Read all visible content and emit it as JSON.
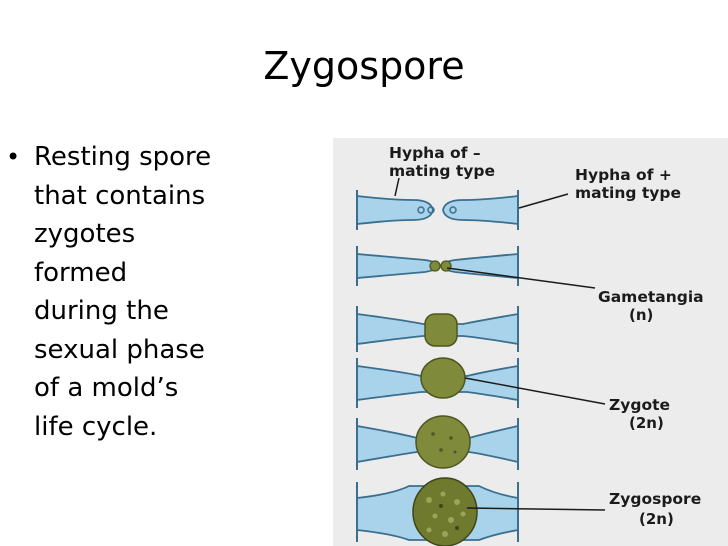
{
  "slide": {
    "title": "Zygospore",
    "bullet_lines": [
      "Resting spore",
      "that contains",
      "zygotes",
      "formed",
      "during the",
      "sexual phase",
      "of a mold’s",
      "life cycle."
    ]
  },
  "figure": {
    "labels": {
      "hypha_minus_1": "Hypha of –",
      "hypha_minus_2": "mating type",
      "hypha_plus_1": "Hypha of +",
      "hypha_plus_2": "mating type",
      "gametangia": "Gametangia",
      "gametangia_ploidy": "(n)",
      "zygote": "Zygote",
      "zygote_ploidy": "(2n)",
      "zygospore": "Zygospore",
      "zygospore_ploidy": "(2n)"
    },
    "colors": {
      "hypha_fill": "#a9d3ea",
      "hypha_stroke": "#3b6f8f",
      "zygote_fill": "#7f8a3a",
      "zygote_dark": "#4f5520"
    }
  }
}
